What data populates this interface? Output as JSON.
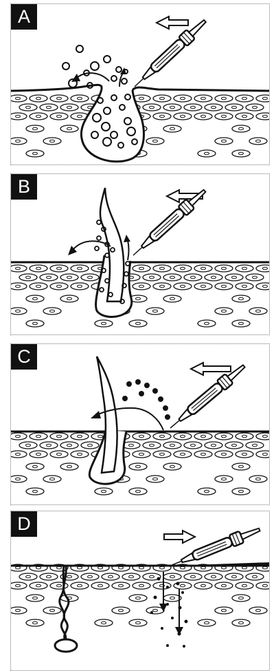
{
  "panels": [
    {
      "label": "A",
      "stage": "expanded-follicle-opening"
    },
    {
      "label": "B",
      "stage": "hair-lifting"
    },
    {
      "label": "C",
      "stage": "hair-removal"
    },
    {
      "label": "D",
      "stage": "closed-pore"
    }
  ],
  "colors": {
    "ink": "#111111",
    "paper": "#ffffff",
    "frame": "#777777"
  },
  "icons": [
    "arrow-left-icon",
    "arrow-right-icon",
    "electrolysis-pen-icon"
  ]
}
